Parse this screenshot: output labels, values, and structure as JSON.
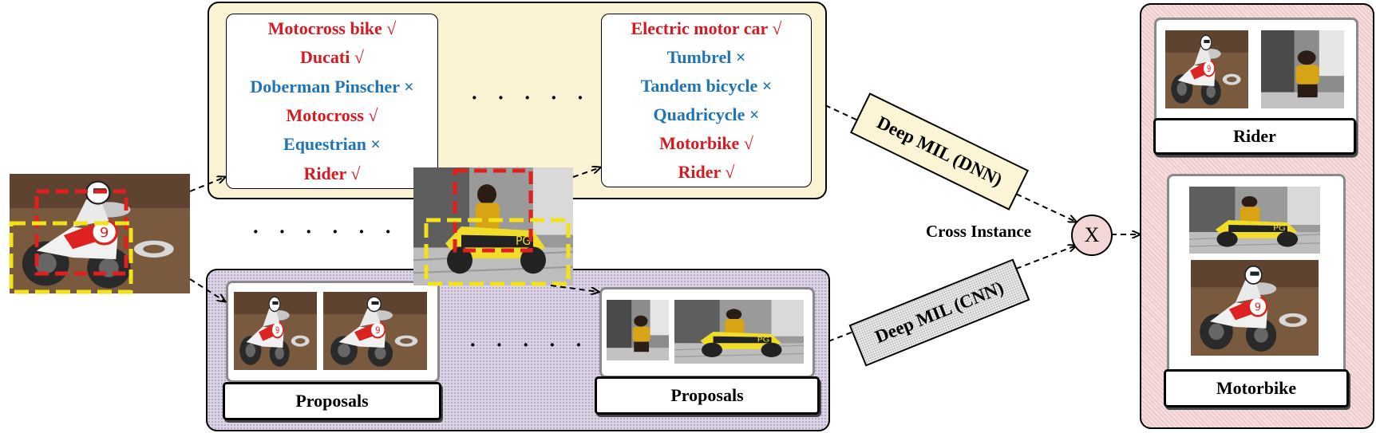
{
  "label_lists": {
    "left": [
      {
        "text": "Motocross bike √",
        "status": "check"
      },
      {
        "text": "Ducati √",
        "status": "check"
      },
      {
        "text": "Doberman Pinscher ×",
        "status": "cross"
      },
      {
        "text": "Motocross √",
        "status": "check"
      },
      {
        "text": "Equestrian ×",
        "status": "cross"
      },
      {
        "text": "Rider √",
        "status": "check"
      }
    ],
    "right": [
      {
        "text": "Electric motor car √",
        "status": "check"
      },
      {
        "text": "Tumbrel ×",
        "status": "cross"
      },
      {
        "text": "Tandem bicycle ×",
        "status": "cross"
      },
      {
        "text": "Quadricycle ×",
        "status": "cross"
      },
      {
        "text": "Motorbike √",
        "status": "check"
      },
      {
        "text": "Rider √",
        "status": "check"
      }
    ]
  },
  "ellipsis": "· · · · · ·",
  "proposals_label": "Proposals",
  "deep_mil_dnn": "Deep MIL (DNN)",
  "deep_mil_cnn": "Deep MIL (CNN)",
  "cross_instance": "Cross Instance",
  "combine_symbol": "X",
  "outputs": {
    "rider": "Rider",
    "motorbike": "Motorbike"
  },
  "colors": {
    "positive_label": "#d71920",
    "negative_label": "#1f74b6",
    "yellow_panel": "#fbf3d4",
    "purple_panel": "#ddd3e6",
    "pink_panel": "#f6dcdc",
    "bbox_red": "#e02020",
    "bbox_yellow": "#f2e21a"
  }
}
